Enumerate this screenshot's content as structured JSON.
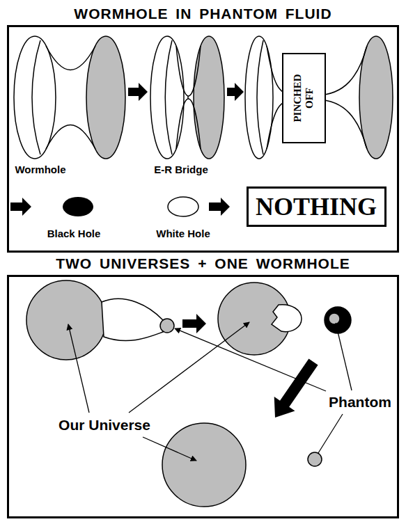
{
  "diagram": {
    "nodes": [
      {
        "text": [
          "WORMHOLE IN PHANTOM FLUID"
        ]
      },
      {
        "text": [
          "PINCHED OFF"
        ],
        "in": 0
      },
      {
        "text": [
          "NOTHING"
        ],
        "in": 0
      },
      {
        "text": [
          "TWO UNIVERSES + ONE WORMHOLE"
        ]
      }
    ],
    "labels": [
      "Wormhole",
      "E-R Bridge",
      "Black Hole",
      "White Hole",
      "Our Universe",
      "Phantom"
    ]
  }
}
